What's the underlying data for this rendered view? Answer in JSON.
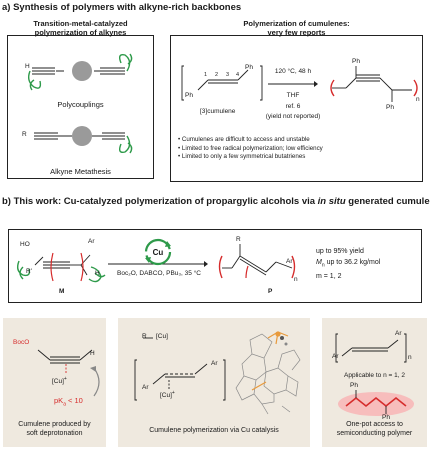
{
  "section_a": {
    "title": "a) Synthesis of  polymers with alkyne-rich backbones",
    "left_box": {
      "title_line1": "Transition-metal-catalyzed",
      "title_line2": "polymerization of alkynes",
      "label_top": "Polycouplings",
      "label_bottom": "Alkyne Metathesis",
      "atom_h": "H",
      "atom_r": "R"
    },
    "right_box": {
      "title_line1": "Polymerization of cumulenes:",
      "title_line2": "very few reports",
      "ph": "Ph",
      "locants": [
        "1",
        "2",
        "3",
        "4"
      ],
      "monomer_label": "[3]cumulene",
      "cond_top": "120 °C, 48 h",
      "cond_solvent": "THF",
      "cond_ref": "ref. 6",
      "cond_yield": "(yield not reported)",
      "subscript_n": "n",
      "bullets": [
        "Cumulenes are difficult to access and unstable",
        "Limited to free radical polymerization; low efficiency",
        "Limited to only a few symmetrical butatrienes"
      ]
    }
  },
  "section_b": {
    "title_pre": "b) This work: Cu-catalyzed polymerization of propargylic alcohols via ",
    "title_em": "in situ",
    "title_post": " generated cumulenes",
    "scheme": {
      "ho": "HO",
      "r_prime": "R'",
      "ar": "Ar",
      "h": "H",
      "monomer_label": "M",
      "catalyst": "Cu",
      "conditions": "Boc₂O, DABCO, PBu₃, 35 °C",
      "r_label": "R",
      "product_label": "P",
      "subscript_n": "n",
      "yield": "up to 95% yield",
      "mn_sym": "M",
      "mn_sub": "n",
      "mn_rest": " up to 36.2 kg/mol",
      "m_values": "m = 1, 2"
    },
    "panel1": {
      "boco": "BocO",
      "cu": "[Cu]",
      "cu_sup": "+",
      "h": "H",
      "pka_pre": "pK",
      "pka_sub": "a",
      "pka_post": " < 10",
      "caption_line1": "Cumulene produced by",
      "caption_line2": "soft deprotonation"
    },
    "panel2": {
      "r": "R",
      "cu": "[Cu]",
      "cu_sup": "+",
      "ar": "Ar",
      "caption": "Cumulene polymerization via Cu catalysis"
    },
    "panel3": {
      "ar": "Ar",
      "subscript_n": "n",
      "applicable": "Applicable to n = 1, 2",
      "ph": "Ph",
      "caption_line1": "One-pot access to",
      "caption_line2": "semiconducting polymer"
    }
  },
  "colors": {
    "green": "#2e9a4a",
    "gray_sphere": "#9a9a9a",
    "red": "#d62c2c",
    "panel_bg": "#efe9df",
    "highlight": "#f7b8b8",
    "orange": "#e89a3c"
  }
}
